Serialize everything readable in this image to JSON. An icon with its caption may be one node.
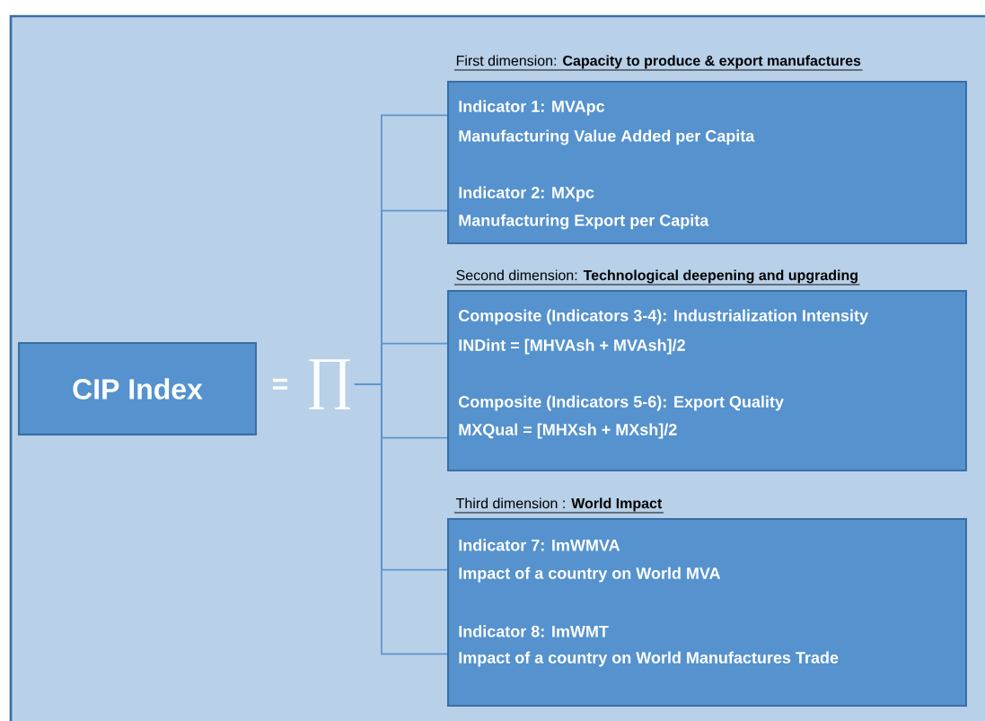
{
  "diagram": {
    "nodes": [
      {
        "text": [
          "CIP Index"
        ]
      },
      {
        "text": [
          "∏"
        ]
      },
      {
        "text": [
          "First dimension: **Capacity to produce & export manufactures**",
          "Indicator 1: MVApc",
          "Manufacturing Value Added per Capita",
          "Indicator 2: MXpc",
          "Manufacturing Export per Capita"
        ]
      },
      {
        "text": [
          "Second dimension: **Technological deepening and upgrading**",
          "Composite (Indicators 3-4): Industrialization Intensity",
          "INDint = [MHVAsh + MVAsh]/2",
          "Composite (Indicators 5-6): Export Quality",
          "MXQual = [MHXsh + MXsh]/2"
        ]
      },
      {
        "text": [
          "Third dimension : **World Impact**",
          "Indicator 7: ImWMVA",
          "Impact of a country on World MVA",
          "Indicator 8: ImWMT",
          "Impact of a country on World Manufactures Trade"
        ]
      }
    ],
    "edges": [
      {
        "from": 1,
        "to": 2,
        "arrow": "none"
      },
      {
        "from": 1,
        "to": 2,
        "arrow": "none"
      },
      {
        "from": 1,
        "to": 3,
        "arrow": "none"
      },
      {
        "from": 1,
        "to": 3,
        "arrow": "none"
      },
      {
        "from": 1,
        "to": 4,
        "arrow": "none"
      },
      {
        "from": 1,
        "to": 4,
        "arrow": "none"
      }
    ],
    "labels": [
      "="
    ]
  }
}
